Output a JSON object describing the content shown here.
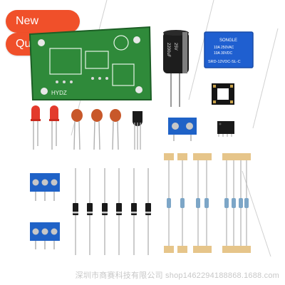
{
  "badges": {
    "new_arrivals": "New Arrivals",
    "quality_goods": "Quality Goods"
  },
  "pcb": {
    "silk_label": "HYDZ",
    "color": "#2f8a3a"
  },
  "capacitor": {
    "value_line1": "2200uF",
    "value_line2": "25V",
    "body_color": "#1d1d1d"
  },
  "relay": {
    "brand": "SONGLE",
    "rating_line1": "10A 250VAC",
    "rating_line2": "10A 30VDC",
    "model": "SRD-12VDC-SL-C",
    "body_color": "#1f5fd0"
  },
  "watermark": "深圳市商赛科技有限公司 shop1462294188868.1688.com"
}
